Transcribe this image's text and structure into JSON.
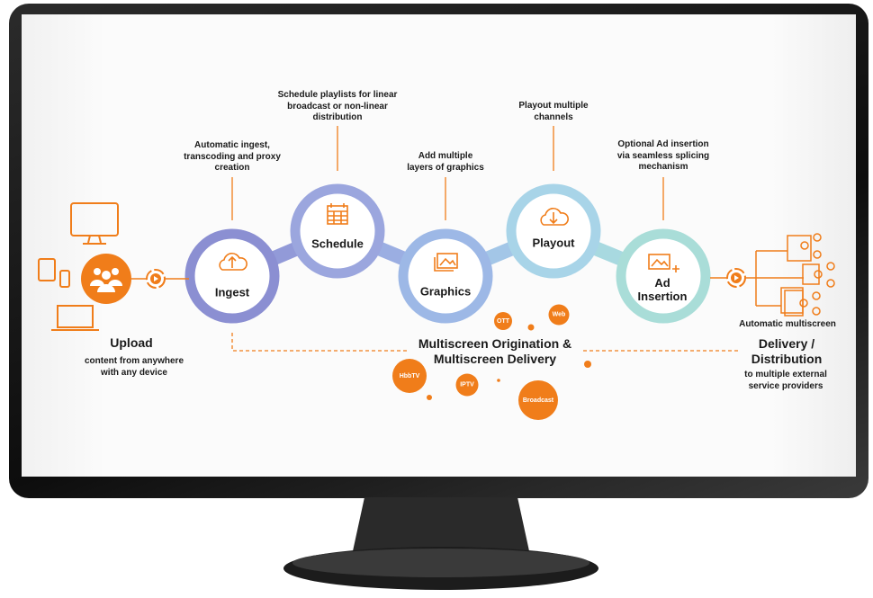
{
  "colors": {
    "accent": "#f07d1a",
    "ingest": "#8b8fd2",
    "schedule": "#9ba6de",
    "graphics": "#9db8e6",
    "playout": "#a8d4e8",
    "ad_insertion": "#a9ddd8"
  },
  "upload": {
    "title": "Upload",
    "subtitle": "content from anywhere\nwith any device"
  },
  "stages": [
    {
      "label": "Ingest",
      "icon": "cloud-upload-icon",
      "caption": "Automatic ingest,\ntranscoding and proxy\ncreation"
    },
    {
      "label": "Schedule",
      "icon": "calendar-icon",
      "caption": "Schedule playlists for linear\nbroadcast or non-linear\ndistribution"
    },
    {
      "label": "Graphics",
      "icon": "image-layers-icon",
      "caption": "Add multiple\nlayers of graphics"
    },
    {
      "label": "Playout",
      "icon": "cloud-download-icon",
      "caption": "Playout multiple\nchannels"
    },
    {
      "label": "Ad\nInsertion",
      "icon": "image-add-icon",
      "caption": "Optional Ad insertion\nvia seamless splicing\nmechanism"
    }
  ],
  "multiscreen": {
    "title": "Multiscreen Origination &\nMultiscreen Delivery",
    "bubbles": [
      "OTT",
      "Web",
      "HbbTV",
      "IPTV",
      "Broadcast"
    ]
  },
  "delivery": {
    "caption": "Automatic multiscreen",
    "title": "Delivery /\nDistribution",
    "subtitle": "to multiple external\nservice providers"
  }
}
